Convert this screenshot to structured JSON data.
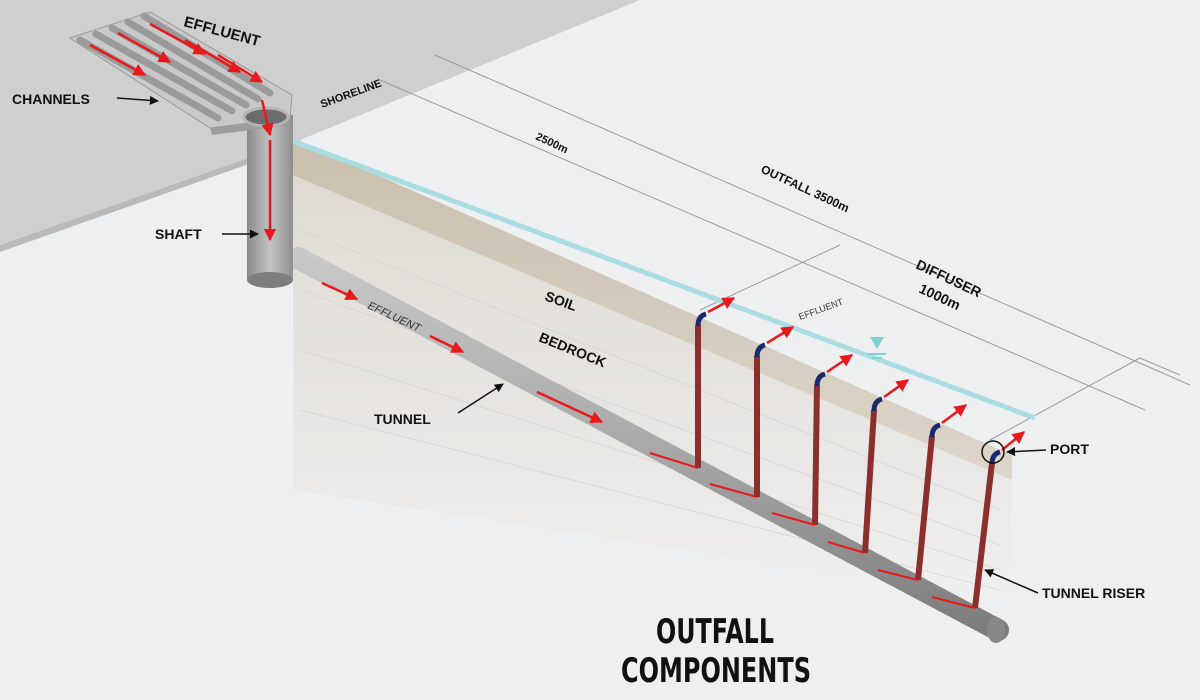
{
  "diagram": {
    "title_line1": "OUTFALL",
    "title_line2": "COMPONENTS",
    "labels": {
      "effluent_top": "EFFLUENT",
      "channels": "CHANNELS",
      "shoreline": "SHORELINE",
      "shaft": "SHAFT",
      "soil": "SOIL",
      "bedrock": "BEDROCK",
      "tunnel_effluent": "EFFLUENT",
      "tunnel": "TUNNEL",
      "effluent_riser": "EFFLUENT",
      "port": "PORT",
      "tunnel_riser": "TUNNEL RISER"
    },
    "dimensions": {
      "to_diffuser": "2500m",
      "outfall": "OUTFALL 3500m",
      "diffuser_line1": "DIFFUSER",
      "diffuser_line2": "1000m"
    },
    "colors": {
      "water": "#a9dde3",
      "flow_arrow": "#e8191c",
      "riser": "#8b2e2e",
      "port_cap": "#1a2a6c",
      "shore": "#cfcfcf"
    }
  }
}
